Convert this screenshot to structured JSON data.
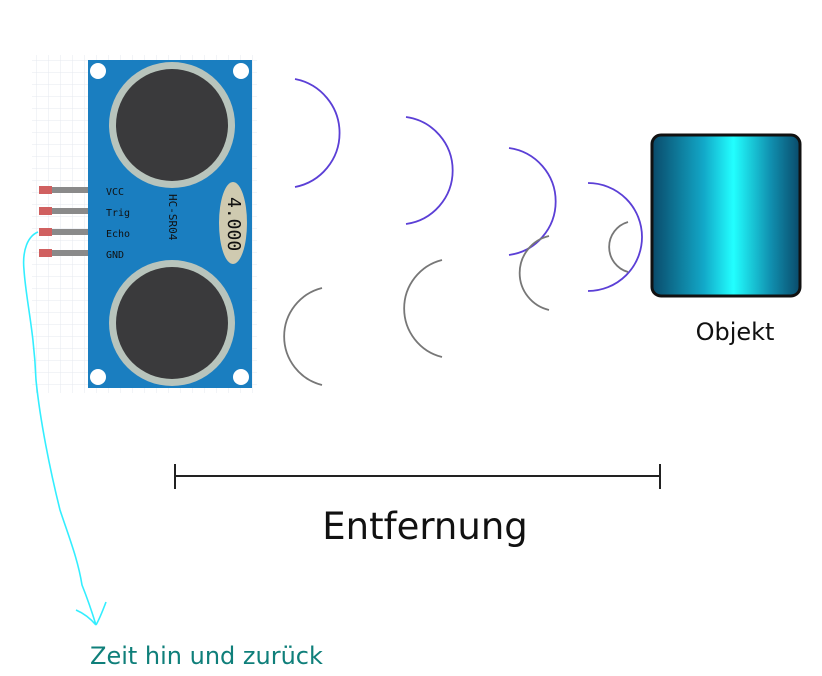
{
  "sensor": {
    "model": "HC-SR04",
    "crystal": "4.000",
    "pins": [
      "VCC",
      "Trig",
      "Echo",
      "GND"
    ]
  },
  "labels": {
    "object": "Objekt",
    "distance": "Entfernung",
    "time": "Zeit hin und zurück"
  },
  "colors": {
    "board": "#1a7ec0",
    "transducer": "#3a3a3c",
    "ring": "#b8c4bc",
    "emitted_wave": "#5b3fd6",
    "echo_wave": "#777777",
    "wire": "#33eeff",
    "time_label": "#0f7f7a"
  }
}
